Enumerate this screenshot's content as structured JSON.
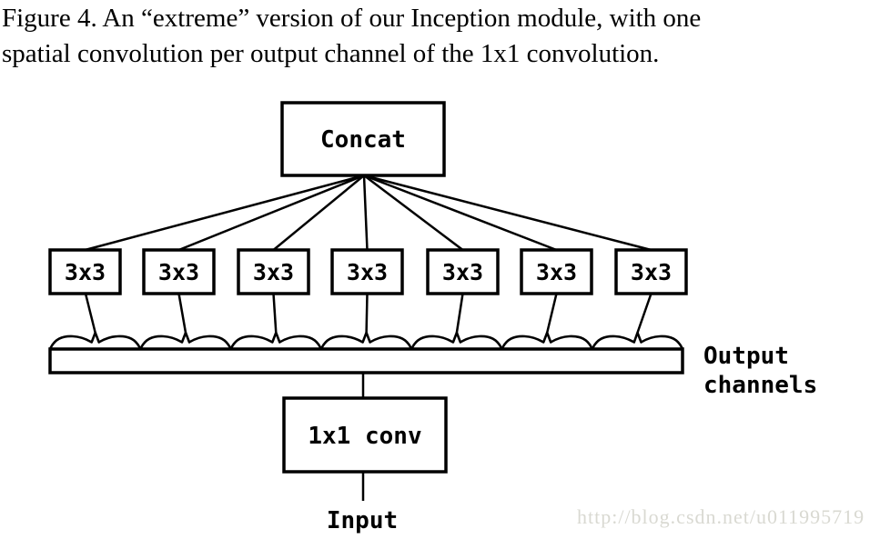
{
  "caption": {
    "line1": "Figure 4. An “extreme” version of our Inception module, with one",
    "line2": "spatial convolution per output channel of the 1x1 convolution."
  },
  "diagram": {
    "concat_label": "Concat",
    "boxes": [
      "3x3",
      "3x3",
      "3x3",
      "3x3",
      "3x3",
      "3x3",
      "3x3"
    ],
    "output_channels_line1": "Output",
    "output_channels_line2": "channels",
    "bottleneck_label": "1x1 conv",
    "input_label": "Input"
  },
  "watermark": {
    "text": "http://blog.csdn.net/u011995719"
  },
  "colors": {
    "ink": "#000000",
    "background": "#ffffff",
    "watermark": "#d9d9d2"
  }
}
